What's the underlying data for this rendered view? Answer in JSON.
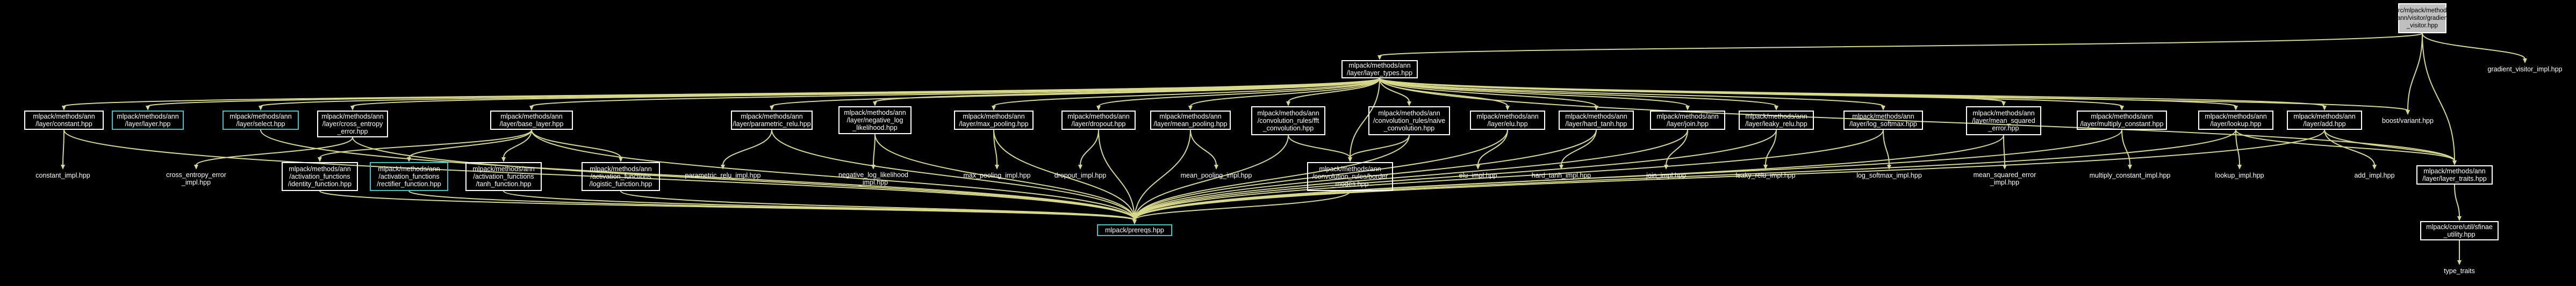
{
  "colors": {
    "background": "#000000",
    "edge": "#d8d88a",
    "node_border": "#ffffff",
    "highlight_border": "#3fc3c3",
    "focus_fill": "#bfbfbf"
  },
  "nodes": {
    "gradient_visitor": "src/mlpack/methods\n/ann/visitor/gradient\n_visitor.hpp",
    "gradient_visitor_impl": "gradient_visitor_impl.hpp",
    "layer_types": "mlpack/methods/ann\n/layer/layer_types.hpp",
    "boost_variant": "boost/variant.hpp",
    "constant": "mlpack/methods/ann\n/layer/constant.hpp",
    "constant_impl": "constant_impl.hpp",
    "ann_layer_all": "mlpack/methods/ann\n/layer/layer.hpp",
    "select": "mlpack/methods/ann\n/layer/select.hpp",
    "cross_entropy_error": "mlpack/methods/ann\n/layer/cross_entropy\n_error.hpp",
    "cross_entropy_error_impl": "cross_entropy_error\n_impl.hpp",
    "base_layer": "mlpack/methods/ann\n/layer/base_layer.hpp",
    "identity_function": "mlpack/methods/ann\n/activation_functions\n/identity_function.hpp",
    "rectifier_function": "mlpack/methods/ann\n/activation_functions\n/rectifier_function.hpp",
    "tanh_function": "mlpack/methods/ann\n/activation_functions\n/tanh_function.hpp",
    "logistic_function": "mlpack/methods/ann\n/activation_functions\n/logistic_function.hpp",
    "parametric_relu": "mlpack/methods/ann\n/layer/parametric_relu.hpp",
    "parametric_relu_impl": "parametric_relu_impl.hpp",
    "negative_log_likelihood": "mlpack/methods/ann\n/layer/negative_log\n_likelihood.hpp",
    "negative_log_likelihood_impl": "negative_log_likelihood\n_impl.hpp",
    "max_pooling": "mlpack/methods/ann\n/layer/max_pooling.hpp",
    "max_pooling_impl": "max_pooling_impl.hpp",
    "dropout": "mlpack/methods/ann\n/layer/dropout.hpp",
    "dropout_impl": "dropout_impl.hpp",
    "mean_pooling": "mlpack/methods/ann\n/layer/mean_pooling.hpp",
    "mean_pooling_impl": "mean_pooling_impl.hpp",
    "fft_convolution": "mlpack/methods/ann\n/convolution_rules/fft\n_convolution.hpp",
    "naive_convolution": "mlpack/methods/ann\n/convolution_rules/naive\n_convolution.hpp",
    "border_modes": "mlpack/methods/ann\n/convolution_rules/border\n_modes.hpp",
    "elu": "mlpack/methods/ann\n/layer/elu.hpp",
    "elu_impl": "elu_impl.hpp",
    "hard_tanh": "mlpack/methods/ann\n/layer/hard_tanh.hpp",
    "hard_tanh_impl": "hard_tanh_impl.hpp",
    "join": "mlpack/methods/ann\n/layer/join.hpp",
    "join_impl": "join_impl.hpp",
    "leaky_relu": "mlpack/methods/ann\n/layer/leaky_relu.hpp",
    "leaky_relu_impl": "leaky_relu_impl.hpp",
    "log_softmax": "mlpack/methods/ann\n/layer/log_softmax.hpp",
    "log_softmax_impl": "log_softmax_impl.hpp",
    "mean_squared_error": "mlpack/methods/ann\n/layer/mean_squared\n_error.hpp",
    "mean_squared_error_impl": "mean_squared_error\n_impl.hpp",
    "multiply_constant": "mlpack/methods/ann\n/layer/multiply_constant.hpp",
    "multiply_constant_impl": "multiply_constant_impl.hpp",
    "lookup": "mlpack/methods/ann\n/layer/lookup.hpp",
    "lookup_impl": "lookup_impl.hpp",
    "add": "mlpack/methods/ann\n/layer/add.hpp",
    "add_impl": "add_impl.hpp",
    "layer_traits": "mlpack/methods/ann\n/layer/layer_traits.hpp",
    "sfinae_utility": "mlpack/core/util/sfinae\n_utility.hpp",
    "type_traits": "type_traits",
    "prereqs": "mlpack/prereqs.hpp"
  }
}
